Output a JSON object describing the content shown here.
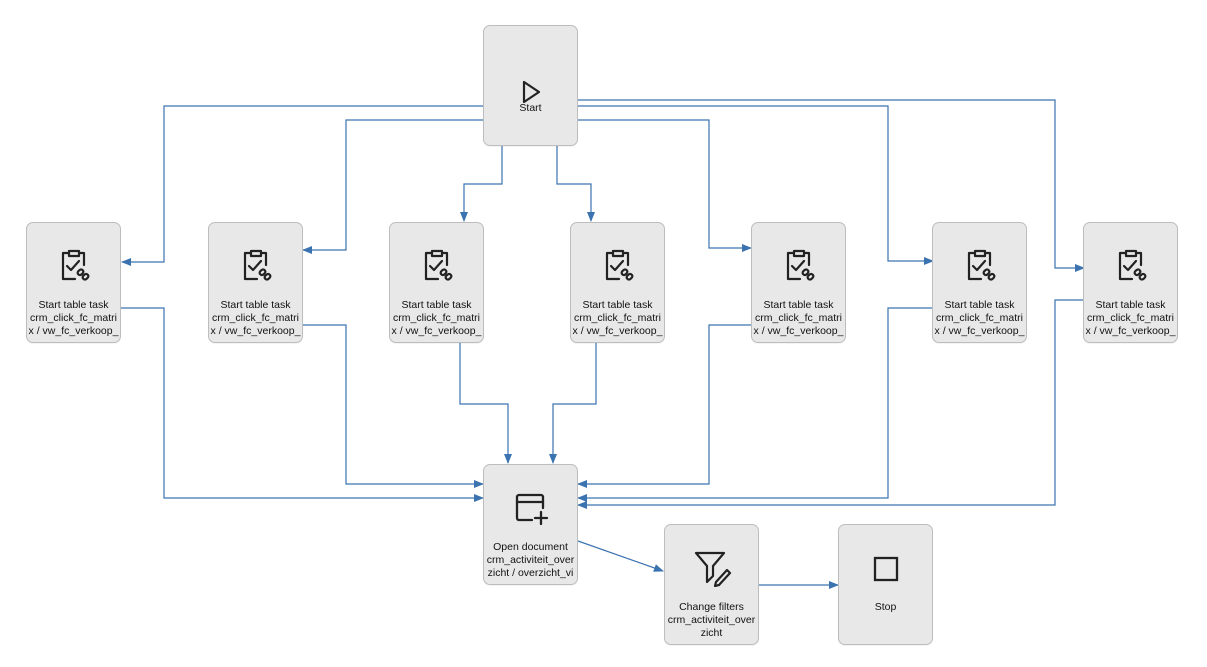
{
  "colors": {
    "edge": "#3b73b0",
    "node_fill": "#e8e8e8",
    "node_border": "#bdbdbd",
    "icon": "#222222"
  },
  "nodes": {
    "start": {
      "icon": "play-icon",
      "lines": [
        "Start"
      ]
    },
    "task1": {
      "icon": "clipboard-link-icon",
      "lines": [
        "Start table task",
        "crm_click_fc_matri",
        "x / vw_fc_verkoop_"
      ]
    },
    "task2": {
      "icon": "clipboard-link-icon",
      "lines": [
        "Start table task",
        "crm_click_fc_matri",
        "x / vw_fc_verkoop_"
      ]
    },
    "task3": {
      "icon": "clipboard-link-icon",
      "lines": [
        "Start table task",
        "crm_click_fc_matri",
        "x / vw_fc_verkoop_"
      ]
    },
    "task4": {
      "icon": "clipboard-link-icon",
      "lines": [
        "Start table task",
        "crm_click_fc_matri",
        "x / vw_fc_verkoop_"
      ]
    },
    "task5": {
      "icon": "clipboard-link-icon",
      "lines": [
        "Start table task",
        "crm_click_fc_matri",
        "x / vw_fc_verkoop_"
      ]
    },
    "task6": {
      "icon": "clipboard-link-icon",
      "lines": [
        "Start table task",
        "crm_click_fc_matri",
        "x / vw_fc_verkoop_"
      ]
    },
    "task7": {
      "icon": "clipboard-link-icon",
      "lines": [
        "Start table task",
        "crm_click_fc_matri",
        "x / vw_fc_verkoop_"
      ]
    },
    "open_document": {
      "icon": "window-add-icon",
      "lines": [
        "Open document",
        "crm_activiteit_over",
        "zicht / overzicht_vi"
      ]
    },
    "change_filters": {
      "icon": "filter-edit-icon",
      "lines": [
        "Change filters",
        "crm_activiteit_over",
        "zicht"
      ]
    },
    "stop": {
      "icon": "stop-square-icon",
      "lines": [
        "Stop"
      ]
    }
  }
}
